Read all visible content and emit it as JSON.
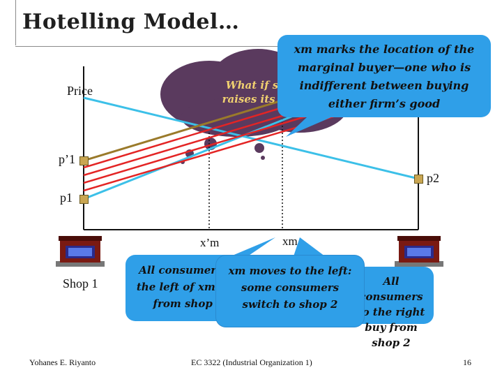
{
  "slide": {
    "title": "Hotelling Model…",
    "axis_price": "Price",
    "prices": {
      "p1_prime": "p’1",
      "p1": "p1",
      "p2": "p2"
    },
    "positions": {
      "xm_prime": "x’m",
      "xm": "xm"
    },
    "shops": {
      "shop1": "Shop 1"
    }
  },
  "callouts": {
    "top": "xm marks the location of the marginal buyer—one who is indifferent between buying either firm’s good",
    "cloud": "What if shop 1 raises its price?",
    "bottom_left": "All consumers to the left of xm buy from shop 1",
    "bottom_right_back": "All consumers to the right buy from shop 2",
    "bottom_right_front": "xm moves to the left: some consumers switch to shop 2"
  },
  "footer": {
    "author": "Yohanes E. Riyanto",
    "course": "EC 3322 (Industrial Organization 1)",
    "page": "16"
  },
  "colors": {
    "callout": "#2f9fe8",
    "line_shop2": "#3cc0e8",
    "line_shop1": "#9a7a2a",
    "line_red": "#e32424",
    "cloud": "#5a3a5e",
    "marker": "#c9a652"
  },
  "icons": [
    "shop-1-icon",
    "shop-2-icon"
  ]
}
